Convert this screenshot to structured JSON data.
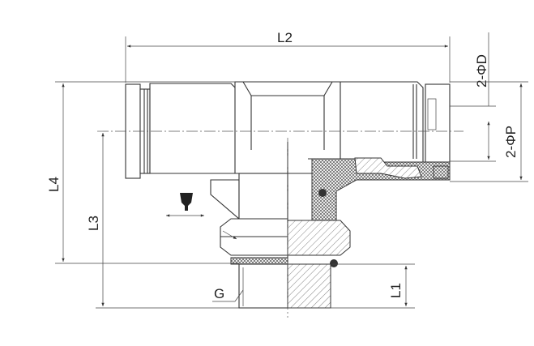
{
  "drawing": {
    "labels": {
      "l2": "L2",
      "d": "2-ΦD",
      "p": "2-ΦP",
      "l4": "L4",
      "l3": "L3",
      "l1": "L1",
      "g": "G"
    },
    "colors": {
      "line": "#333333",
      "hatch": "#555555",
      "background": "#ffffff"
    }
  }
}
